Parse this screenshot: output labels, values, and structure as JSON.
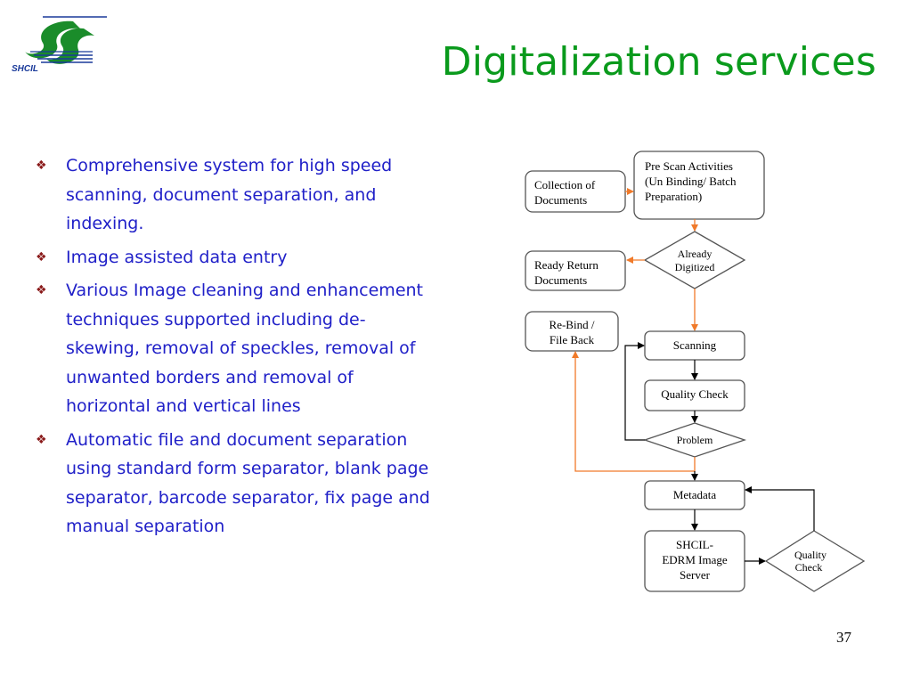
{
  "slide": {
    "title": "Digitalization services",
    "page_number": "37",
    "logo_text": "SHCIL"
  },
  "colors": {
    "title": "#0a9a1c",
    "bullet_text": "#2020c8",
    "bullet_marker": "#8a1a1a",
    "orange_arrow": "#f07a2a",
    "black_arrow": "#000000",
    "logo_green": "#1a8c2a",
    "logo_blue": "#1a3a9a"
  },
  "bullets": [
    "Comprehensive system for high speed scanning, document separation, and indexing.",
    "Image assisted data entry",
    "Various Image cleaning and enhancement techniques supported including de-skewing, removal of speckles, removal of unwanted borders and removal of horizontal and vertical lines",
    "Automatic file and document separation using standard form separator, blank page separator, barcode separator, fix page and manual separation"
  ],
  "flowchart": {
    "collection": [
      "Collection of",
      "Documents"
    ],
    "prescan": [
      "Pre Scan Activities",
      "(Un Binding/ Batch",
      "Preparation)"
    ],
    "already_digitized": [
      "Already",
      "Digitized"
    ],
    "ready_return": [
      "Ready Return",
      "Documents"
    ],
    "rebind": [
      "Re-Bind /",
      "File Back"
    ],
    "scanning": "Scanning",
    "quality_check": "Quality Check",
    "problem": "Problem",
    "metadata": "Metadata",
    "image_server": [
      "SHCIL-",
      "EDRM Image",
      "Server"
    ],
    "quality_check_2": [
      "Quality",
      "Check"
    ]
  }
}
